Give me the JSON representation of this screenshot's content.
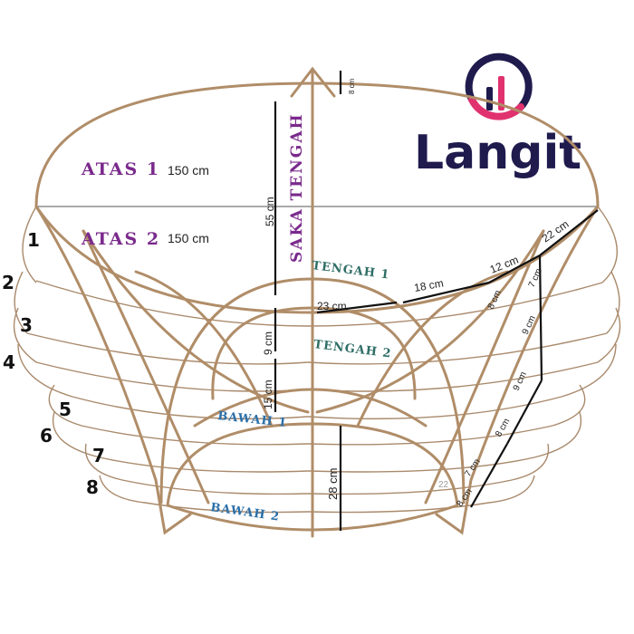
{
  "brand": {
    "name": "Langit",
    "colors": {
      "text": "#1f1b4d",
      "accent": "#e0326e",
      "frame": "#b08d68"
    }
  },
  "labels": {
    "atas1": "ATAS 1",
    "atas2": "ATAS 2",
    "saka_tengah": "SAKA TENGAH",
    "tengah1": "TENGAH 1",
    "tengah2": "TENGAH 2",
    "bawah1": "BAWAH 1",
    "bawah2": "BAWAH 2"
  },
  "dimensions": {
    "atas1": "150 cm",
    "atas2": "150 cm",
    "tip": "8 cm",
    "saka": "55 cm",
    "tengah1_arc": "23 cm",
    "seg_18": "18 cm",
    "seg_12": "12 cm",
    "seg_22": "22 cm",
    "dome_9": "9 cm",
    "dome_15": "15 cm",
    "bawah_28": "28 cm",
    "right_8a": "8 cm",
    "right_7a": "7 cm",
    "right_9a": "9 cm",
    "right_9b": "9 cm",
    "right_8b": "8 cm",
    "right_7b": "7 cm",
    "right_8c": "8 cm",
    "faint_22": "22"
  },
  "tier_numbers": [
    "1",
    "2",
    "3",
    "4",
    "5",
    "6",
    "7",
    "8"
  ]
}
